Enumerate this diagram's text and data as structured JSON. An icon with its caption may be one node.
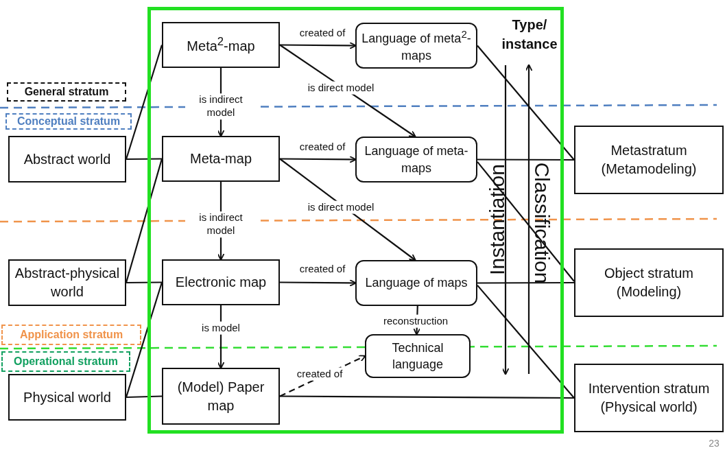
{
  "diagram": {
    "nodes": [
      {
        "text": [
          "General stratum"
        ]
      },
      {
        "text": [
          "Conceptual stratum"
        ]
      },
      {
        "text": [
          "Abstract world"
        ]
      },
      {
        "text": [
          "Abstract-physical world"
        ]
      },
      {
        "text": [
          "Application stratum"
        ]
      },
      {
        "text": [
          "Operational stratum"
        ]
      },
      {
        "text": [
          "Physical world"
        ]
      },
      {
        "text": [],
        "shape": "box"
      },
      {
        "text": [
          "Meta$^{2}$-map"
        ],
        "in": 7
      },
      {
        "text": [
          "Language of meta$^{2}$-maps"
        ],
        "in": 7
      },
      {
        "text": [
          "Meta-map"
        ],
        "in": 7
      },
      {
        "text": [
          "Language of meta-maps"
        ],
        "in": 7
      },
      {
        "text": [
          "Electronic map"
        ],
        "in": 7
      },
      {
        "text": [
          "Language of maps"
        ],
        "in": 7
      },
      {
        "text": [
          "Technical language"
        ],
        "in": 7
      },
      {
        "text": [
          "(Model) Paper map"
        ],
        "in": 7
      },
      {
        "text": [
          "Metastratum (Metamodeling)"
        ]
      },
      {
        "text": [
          "Object stratum (Modeling)"
        ]
      },
      {
        "text": [
          "Intervention stratum (Physical world)"
        ]
      }
    ],
    "edges": [
      {
        "from": 8,
        "to": 9,
        "arrow": "to",
        "label": "created of"
      },
      {
        "from": 8,
        "to": 10,
        "arrow": "to",
        "label": "is indirect model"
      },
      {
        "from": 8,
        "to": 11,
        "arrow": "to",
        "label": "is direct model"
      },
      {
        "from": 10,
        "to": 11,
        "arrow": "to",
        "label": "created of"
      },
      {
        "from": 10,
        "to": 12,
        "arrow": "to",
        "label": "is indirect model"
      },
      {
        "from": 10,
        "to": 13,
        "arrow": "to",
        "label": "is direct model"
      },
      {
        "from": 12,
        "to": 13,
        "arrow": "to",
        "label": "created of"
      },
      {
        "from": 12,
        "to": 15,
        "arrow": "to",
        "label": "is model"
      },
      {
        "from": 13,
        "to": 14,
        "arrow": "to",
        "label": "reconstruction"
      },
      {
        "from": 15,
        "to": 14,
        "arrow": "to",
        "label": "created of",
        "style": "dashed"
      },
      {
        "from": 2,
        "to": 8,
        "arrow": "none"
      },
      {
        "from": 2,
        "to": 10,
        "arrow": "none"
      },
      {
        "from": 3,
        "to": 10,
        "arrow": "none"
      },
      {
        "from": 3,
        "to": 12,
        "arrow": "none"
      },
      {
        "from": 6,
        "to": 12,
        "arrow": "none"
      },
      {
        "from": 6,
        "to": 15,
        "arrow": "none"
      },
      {
        "from": 9,
        "to": 16,
        "arrow": "none"
      },
      {
        "from": 11,
        "to": 16,
        "arrow": "none"
      },
      {
        "from": 11,
        "to": 17,
        "arrow": "none"
      },
      {
        "from": 13,
        "to": 17,
        "arrow": "none"
      },
      {
        "from": 13,
        "to": 18,
        "arrow": "none"
      },
      {
        "from": 15,
        "to": 18,
        "arrow": "none"
      }
    ],
    "labels": [
      "Type/ instance",
      "Instantiation",
      "Classification",
      "23"
    ]
  }
}
